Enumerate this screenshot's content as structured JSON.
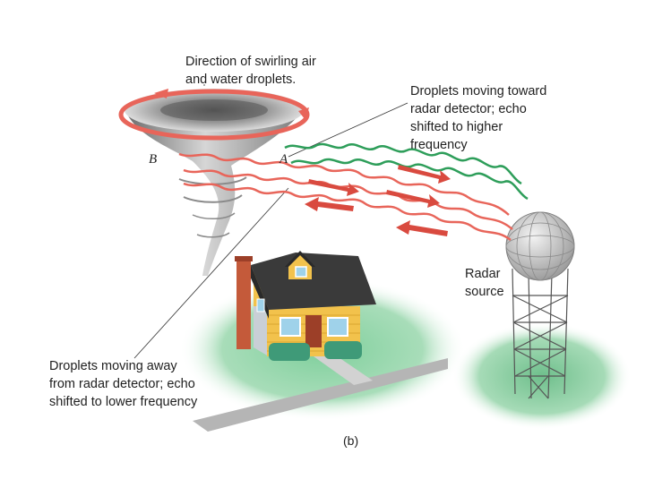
{
  "labels": {
    "swirl": "Direction of swirling air\nand water droplets.",
    "toward": "Droplets moving toward\nradar detector; echo\nshifted to higher\nfrequency",
    "away": "Droplets moving away\nfrom radar detector; echo\nshifted to lower frequency",
    "radar": "Radar\nsource",
    "point_a": "A",
    "point_b": "B",
    "caption": "(b)"
  },
  "colors": {
    "toward_wave": "#2e9e5a",
    "away_wave": "#e8655a",
    "arrow": "#d94a3f",
    "ground": "#6fbf8c",
    "roof": "#3a3a3a",
    "house_wall": "#f2c24c",
    "radar_dome": "#d8d8d8"
  },
  "icons": {
    "tornado": "tornado-icon",
    "house": "house-icon",
    "radar": "radar-tower-icon"
  }
}
